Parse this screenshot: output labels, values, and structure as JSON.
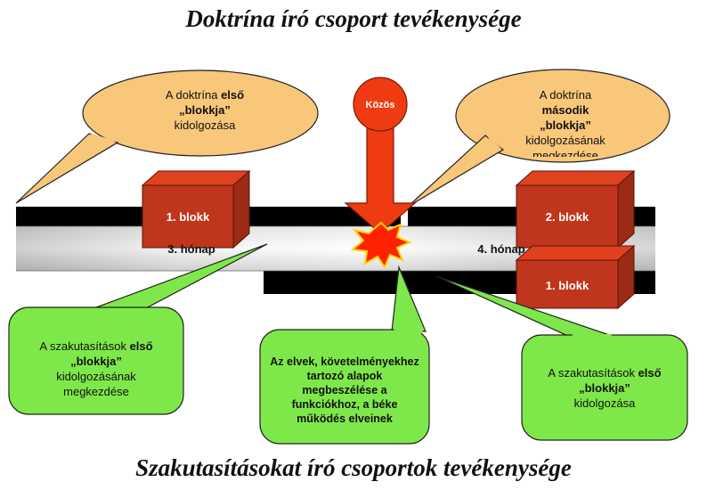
{
  "title_top": "Doktrína író csoport tevékenysége",
  "title_bottom": "Szakutasításokat író csoportok tevékenysége",
  "common_label": "Közös",
  "months": {
    "third": "3. hónap",
    "fourth": "4. hónap"
  },
  "blocks": {
    "top_left": "1. blokk",
    "top_right": "2. blokk",
    "bottom_right": "1. blokk"
  },
  "bubbles": {
    "doctrine_first": {
      "pre": "A doktrína ",
      "bold1": "első",
      "bold2": "„blokkja”",
      "post": "kidolgozása"
    },
    "doctrine_second": {
      "pre": "A doktrína",
      "bold1": "második",
      "bold2": "„blokkja”",
      "post1": "kidolgozásának",
      "post2": "megkezdése"
    },
    "instr_start": {
      "pre": "A szakutasítások ",
      "bold1": "első",
      "bold2": "„blokkja”",
      "post1": "kidolgozásának",
      "post2": "megkezdése"
    },
    "common_principles": {
      "lines": [
        "Az elvek, követelményekhez",
        "tartozó alapok",
        "megbeszélése a",
        "funkciókhoz, a béke",
        "működés elveinek"
      ]
    },
    "instr_first": {
      "pre": "A szakutasítások ",
      "bold1": "első",
      "bold2": "„blokkja”",
      "post": "kidolgozása"
    }
  },
  "colors": {
    "orange_bubble": "#f9c77a",
    "green_bubble": "#7ee84a",
    "block_front": "#c0361c",
    "block_top": "#e0411f",
    "arrow": "#ee3b12",
    "explosion": "#ff2200",
    "bar": "#000000"
  }
}
